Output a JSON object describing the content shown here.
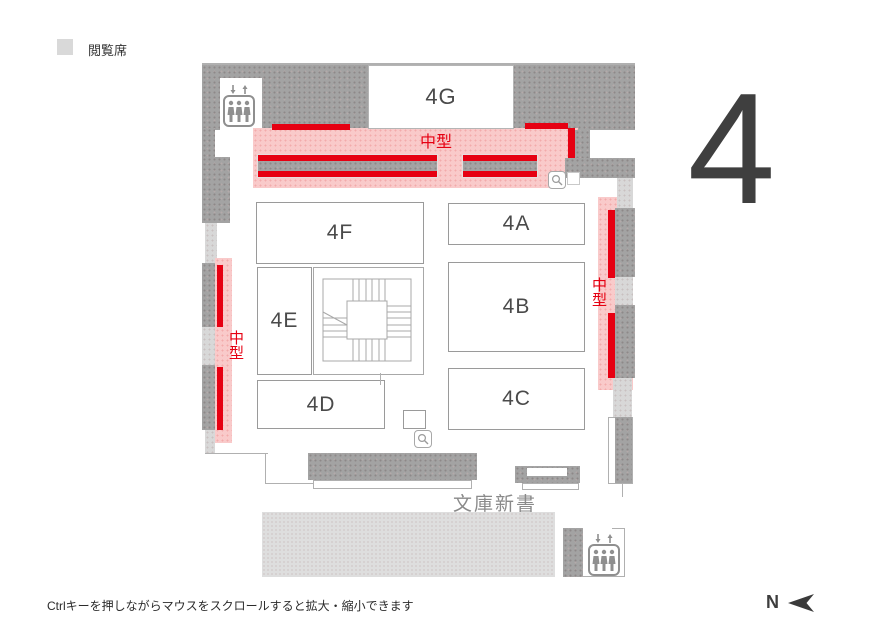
{
  "legend": {
    "label": "閲覧席",
    "swatch_color": "#d9d9d9"
  },
  "floor_indicator": {
    "number": "4"
  },
  "compass": {
    "label": "N"
  },
  "footer": {
    "zoom_hint": "Ctrlキーを押しながらマウスをスクロールすると拡大・縮小できます"
  },
  "map": {
    "rooms": [
      {
        "id": "4G",
        "label": "4G"
      },
      {
        "id": "4F",
        "label": "4F"
      },
      {
        "id": "4A",
        "label": "4A"
      },
      {
        "id": "4E",
        "label": "4E"
      },
      {
        "id": "4B",
        "label": "4B"
      },
      {
        "id": "4D",
        "label": "4D"
      },
      {
        "id": "4C",
        "label": "4C"
      }
    ],
    "shelf_labels": [
      {
        "id": "top",
        "label": "中型"
      },
      {
        "id": "left",
        "label": "中型"
      },
      {
        "id": "right",
        "label": "中型"
      }
    ],
    "area_labels": [
      {
        "id": "bunko-shinsho",
        "label": "文庫新書"
      }
    ],
    "colors": {
      "wall_dark": "#a3a3a3",
      "wall_light": "#d8d8d8",
      "shelf_zone_pink": "#f9caca",
      "shelf_red": "#e60012",
      "seating_gray": "#dedede",
      "floor_number_gray": "#3f3f3f"
    }
  }
}
